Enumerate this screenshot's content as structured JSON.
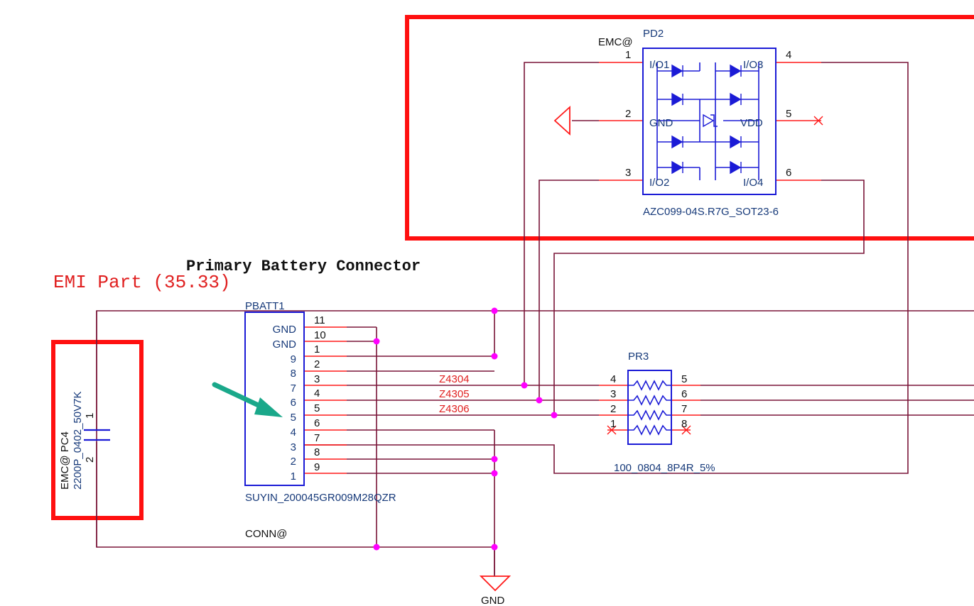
{
  "colors": {
    "wire": "#7a1538",
    "pin": "#ff1a1a",
    "part": "#1b1bd6",
    "part_text": "#173a7a",
    "net_label": "#e02020",
    "highlight_box": "#ff1010",
    "junction": "#ff00ff",
    "arrow": "#1aa88a",
    "text": "#111111"
  },
  "title": "Primary Battery Connector",
  "emi_note": "EMI Part (35.33)",
  "pd2": {
    "option": "EMC@",
    "refdes": "PD2",
    "value": "AZC099-04S.R7G_SOT23-6",
    "pin_names": [
      "I/O1",
      "GND",
      "I/O2",
      "I/O3",
      "VDD",
      "I/O4"
    ],
    "pin_numbers": [
      "1",
      "2",
      "3",
      "4",
      "5",
      "6"
    ]
  },
  "pbatt1": {
    "refdes": "PBATT1",
    "value": "SUYIN_200045GR009M28QZR",
    "option": "CONN@",
    "left_labels": [
      "GND",
      "GND",
      "9",
      "8",
      "7",
      "6",
      "5",
      "4",
      "3",
      "2",
      "1"
    ],
    "pin_numbers": [
      "11",
      "10",
      "1",
      "2",
      "3",
      "4",
      "5",
      "6",
      "7",
      "8",
      "9"
    ]
  },
  "pr3": {
    "refdes": "PR3",
    "value": "100_0804_8P4R_5%",
    "left_pins": [
      "4",
      "3",
      "2",
      "1"
    ],
    "right_pins": [
      "5",
      "6",
      "7",
      "8"
    ]
  },
  "pc4": {
    "option_refdes": "EMC@ PC4",
    "value": "2200P_0402_50V7K",
    "pin1": "1",
    "pin2": "2"
  },
  "nets": [
    "Z4304",
    "Z4305",
    "Z4306"
  ],
  "gnd_label": "GND"
}
